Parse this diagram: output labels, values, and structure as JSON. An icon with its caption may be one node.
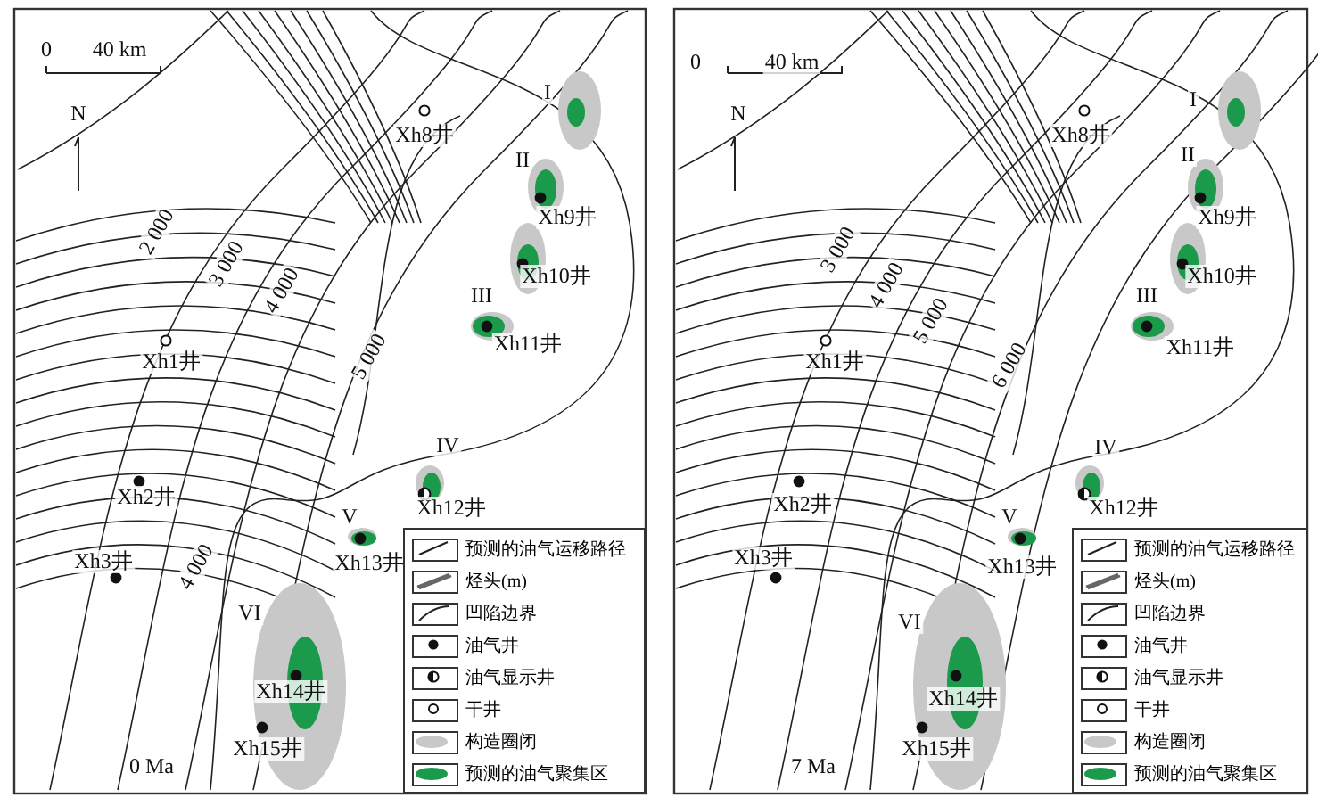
{
  "diagram": {
    "labels": [
      "0",
      "40 km",
      "N",
      "I",
      "Xh8井",
      "II",
      "Xh9井",
      "2 000",
      "3 000",
      "4 000",
      "Xh10井",
      "III",
      "5 000",
      "Xh1井",
      "Xh11井",
      "IV",
      "Xh2井",
      "Xh12井",
      "V",
      "Xh3井",
      "Xh13井",
      "4 000",
      "VI",
      "Xh14井",
      "Xh15井",
      "0 Ma",
      "0",
      "40 km",
      "N",
      "I",
      "Xh8井",
      "II",
      "Xh9井",
      "3 000",
      "4 000",
      "Xh10井",
      "III",
      "5 000",
      "Xh1井",
      "Xh11井",
      "6 000",
      "IV",
      "Xh2井",
      "Xh12井",
      "V",
      "Xh3井",
      "Xh13井",
      "VI",
      "Xh14井",
      "Xh15井",
      "7 Ma"
    ],
    "legend": [
      {
        "text": "预测的油气运移路径"
      },
      {
        "text": "烃头(m)"
      },
      {
        "text": "凹陷边界"
      },
      {
        "text": "油气井"
      },
      {
        "text": "油气显示井"
      },
      {
        "text": "干井"
      },
      {
        "text": "构造圈闭",
        "color": "#c8c8c8"
      },
      {
        "text": "预测的油气聚集区",
        "color": "#1a9a4a"
      },
      {
        "text": "预测的油气运移路径"
      },
      {
        "text": "烃头(m)"
      },
      {
        "text": "凹陷边界"
      },
      {
        "text": "油气井"
      },
      {
        "text": "油气显示井"
      },
      {
        "text": "干井"
      },
      {
        "text": "构造圈闭",
        "color": "#c8c8c8"
      },
      {
        "text": "预测的油气聚集区",
        "color": "#1a9a4a"
      }
    ]
  }
}
